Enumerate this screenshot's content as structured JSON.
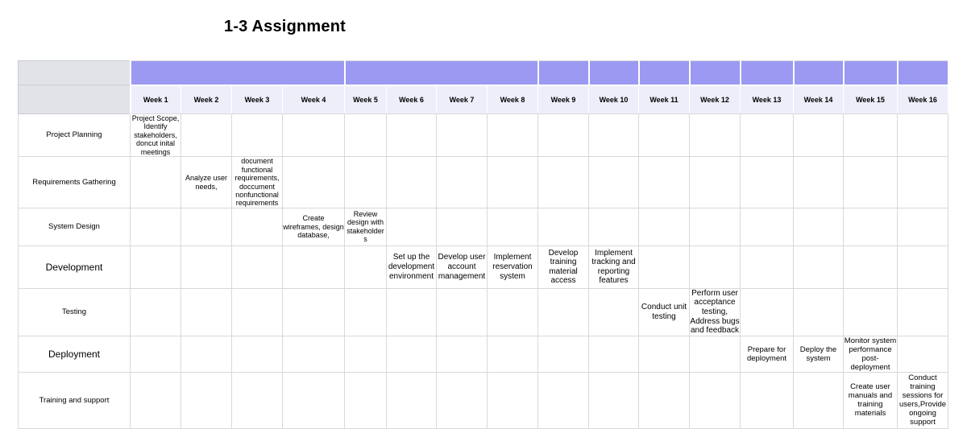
{
  "title": "1-3 Assignment",
  "gantt": {
    "week_headers": [
      "Week 1",
      "Week 2",
      "Week 3",
      "Week 4",
      "Week 5",
      "Week 6",
      "Week 7",
      "Week 8",
      "Week 9",
      "Week 10",
      "Week 11",
      "Week 12",
      "Week 13",
      "Week 14",
      "Week 15",
      "Week 16"
    ],
    "rows": [
      {
        "label": "Project Planning",
        "tasks": {
          "1": "Project Scope, Identify stakeholders, doncut inital meetings"
        }
      },
      {
        "label": "Requirements Gathering",
        "tasks": {
          "2": "Analyze user needs,",
          "3": "document functional requirements, doccument nonfunctional requirements"
        }
      },
      {
        "label": "System Design",
        "tasks": {
          "4": "Create wireframes, design database,",
          "5": "Review design with stakeholders"
        }
      },
      {
        "label": "Development",
        "tasks": {
          "6": "Set up the development environment",
          "7": "Develop user account management",
          "8": "Implement reservation system",
          "9": "Develop training material access",
          "10": "Implement tracking and reporting features"
        }
      },
      {
        "label": "Testing",
        "tasks": {
          "11": "Conduct unit testing",
          "12": "Perform user acceptance testing, Address bugs and feedback"
        }
      },
      {
        "label": "Deployment",
        "tasks": {
          "13": "Prepare for deployment",
          "14": "Deploy the system",
          "15": "Monitor system performance post-deployment"
        }
      },
      {
        "label": "Training and support",
        "tasks": {
          "15": "Create user manuals and training materials",
          "16": "Conduct training sessions for users,Provide ongoing support"
        }
      }
    ]
  },
  "colors": {
    "band_purple": "#9b99f2",
    "week_row_bg": "#eeeefb",
    "corner_gray": "#e1e3e7",
    "grid_border": "#d9d9d9"
  }
}
